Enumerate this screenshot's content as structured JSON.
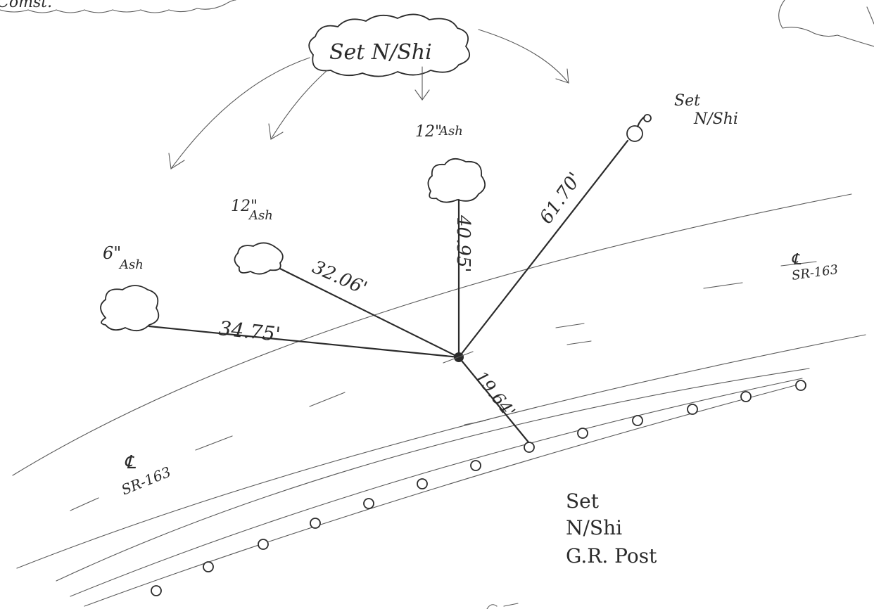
{
  "note": {
    "top_left_fragment": "Comst.",
    "top_cloud": "Set N/Shi",
    "nail_label_line1": "Set",
    "nail_label_line2": "N/Shi",
    "trees": [
      {
        "size": "12\"",
        "species": "Ash"
      },
      {
        "size": "12\"",
        "species": "Ash"
      },
      {
        "size": "6\"",
        "species": "Ash"
      }
    ],
    "distances": [
      "61.70'",
      "40.95'",
      "32.06'",
      "34.75'",
      "19.64'"
    ],
    "centerline_right": {
      "symbol": "℄",
      "route": "SR-163"
    },
    "centerline_left": {
      "symbol": "℄",
      "route": "SR-163"
    },
    "post_label": [
      "Set",
      "N/Shi",
      "G.R. Post"
    ]
  }
}
